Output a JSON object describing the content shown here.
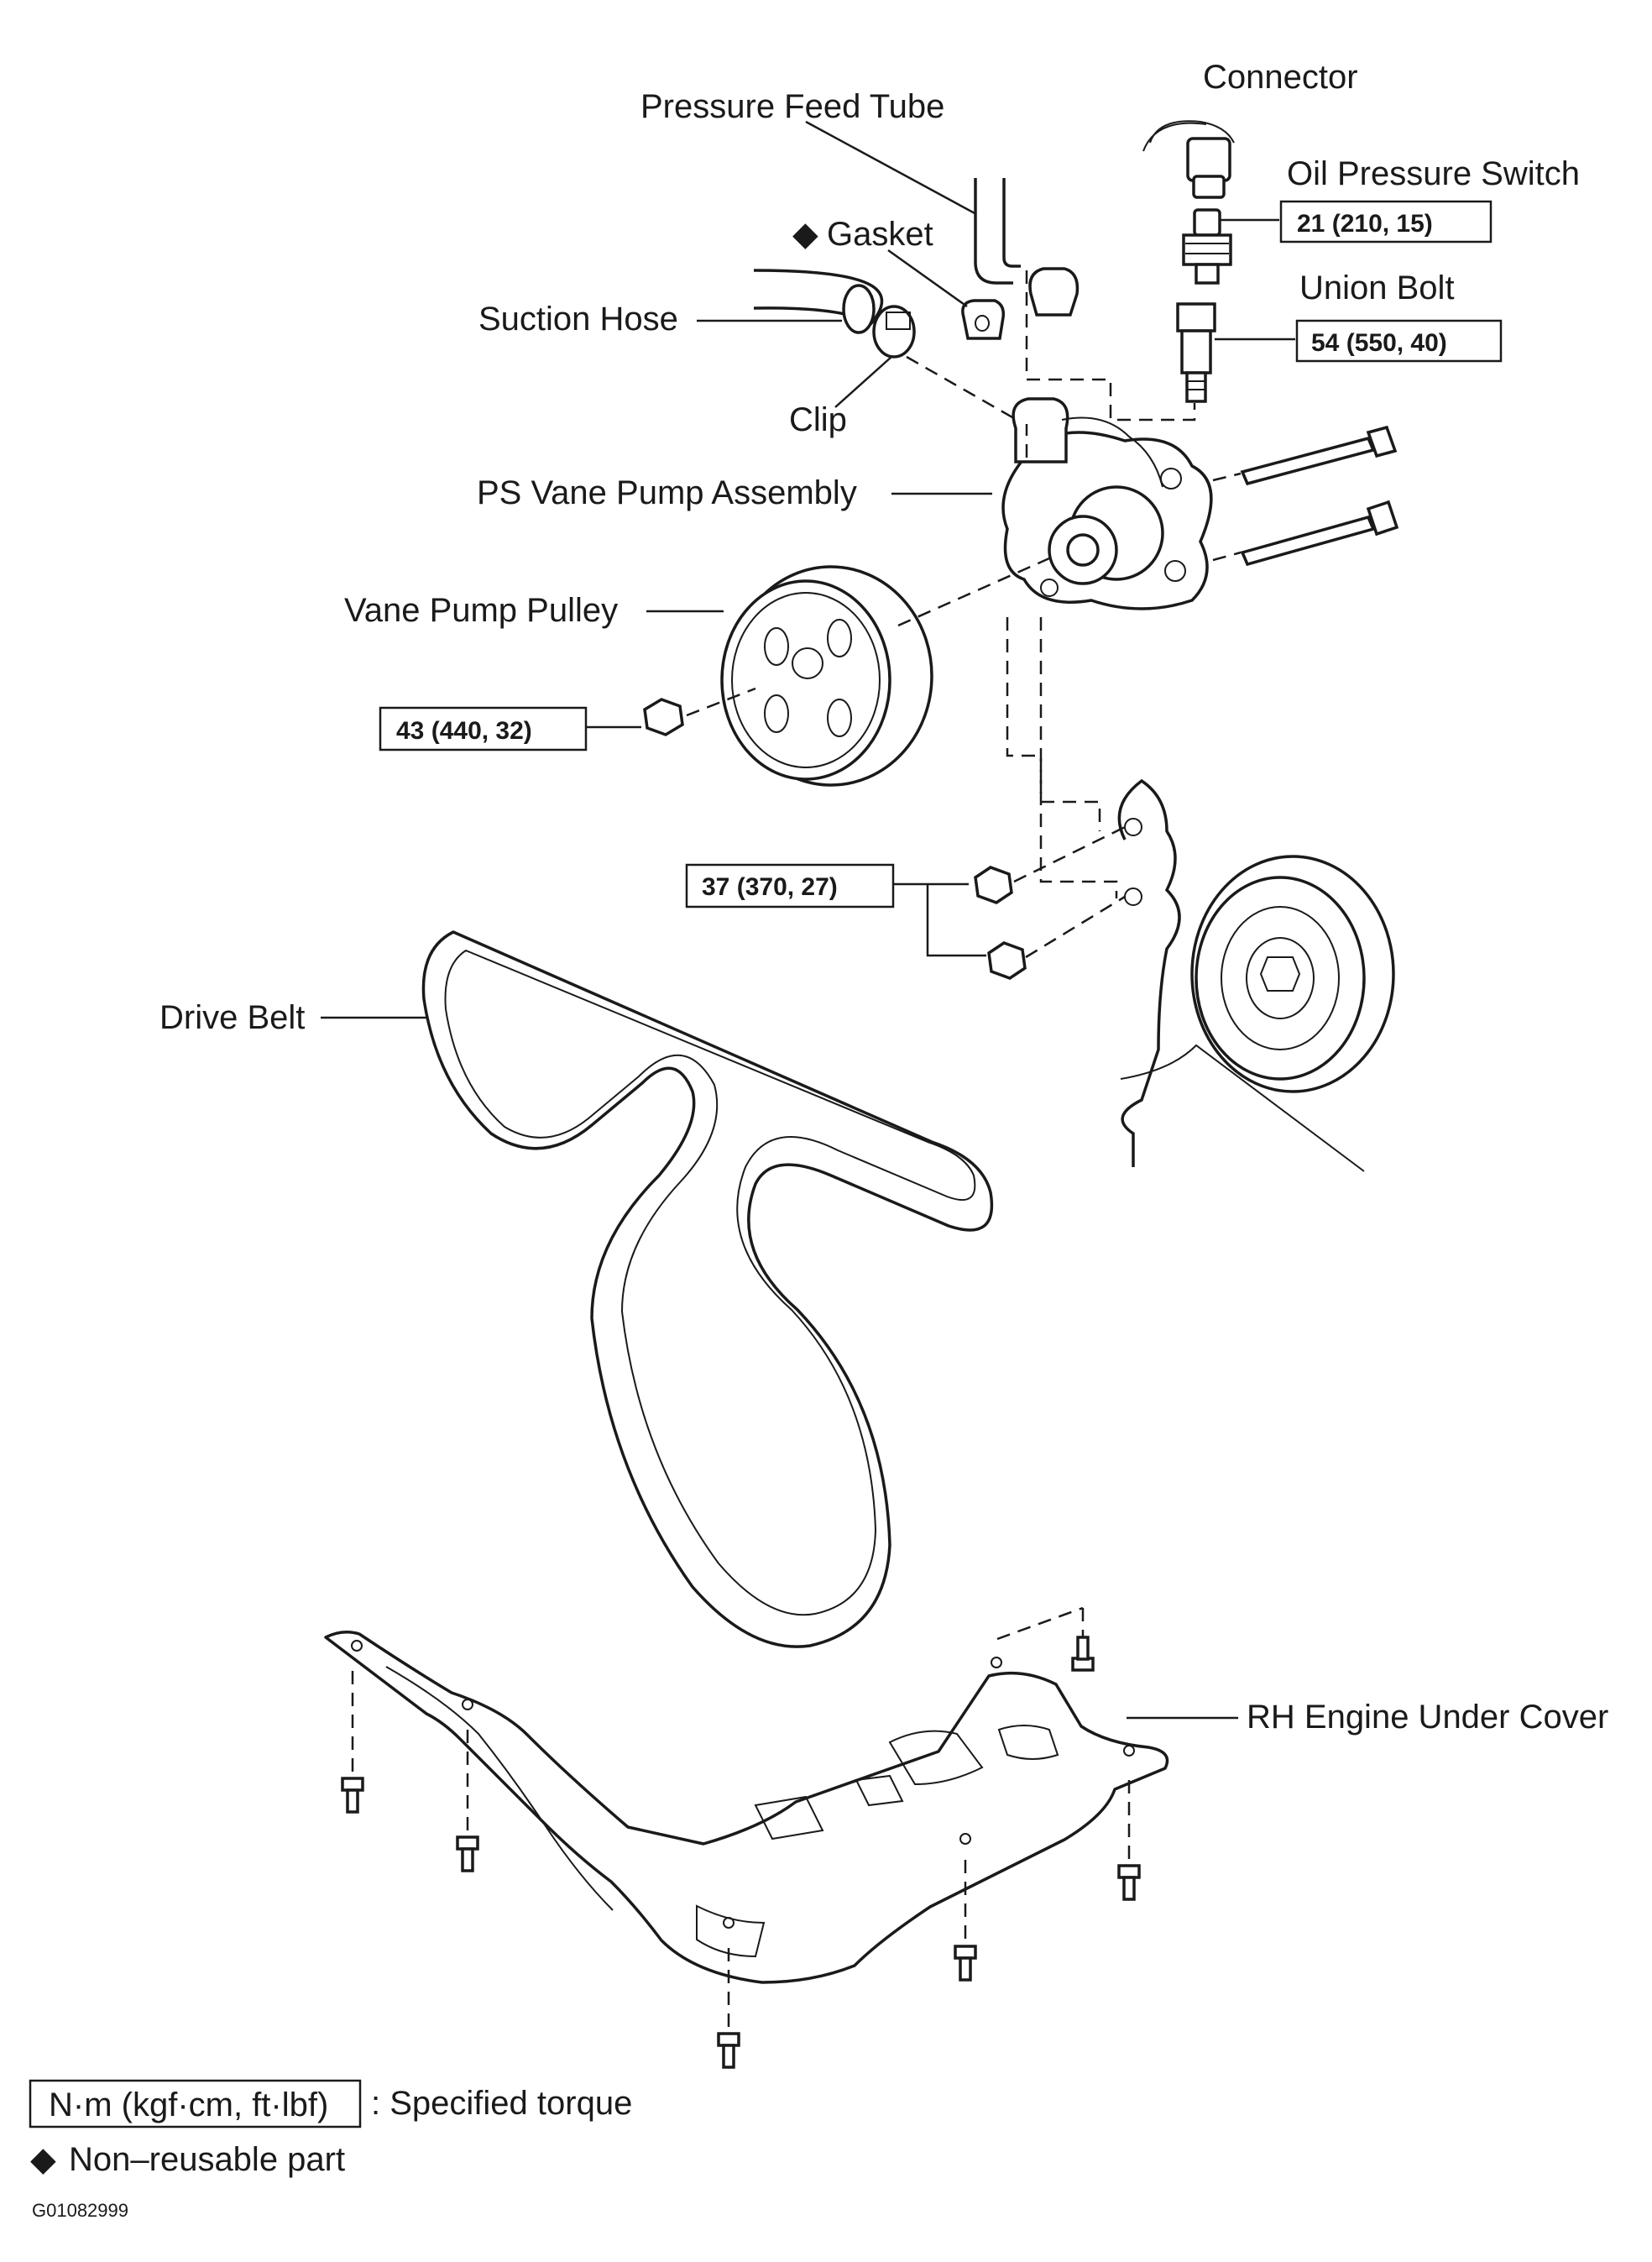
{
  "labels": {
    "connector": "Connector",
    "pressure_feed_tube": "Pressure Feed Tube",
    "oil_pressure_switch": "Oil Pressure Switch",
    "gasket": "Gasket",
    "union_bolt": "Union Bolt",
    "suction_hose": "Suction Hose",
    "clip": "Clip",
    "ps_vane_pump_assembly": "PS Vane Pump Assembly",
    "vane_pump_pulley": "Vane Pump Pulley",
    "drive_belt": "Drive Belt",
    "rh_engine_under_cover": "RH Engine Under Cover"
  },
  "torques": {
    "oil_pressure_switch": {
      "value": "21",
      "units": "(210, 15)"
    },
    "union_bolt": {
      "value": "54",
      "units": "(550, 40)"
    },
    "pulley_nut": {
      "value": "43",
      "units": "(440, 32)"
    },
    "pump_mount_nuts": {
      "value": "37",
      "units": "(370, 27)"
    }
  },
  "legend": {
    "torque_unit": "N·m (kgf·cm, ft·lbf)",
    "torque_desc": ": Specified torque",
    "nonreusable": "Non–reusable part"
  },
  "figure_code": "G01082999",
  "icons": {
    "nonreusable_marker": "diamond-icon"
  }
}
